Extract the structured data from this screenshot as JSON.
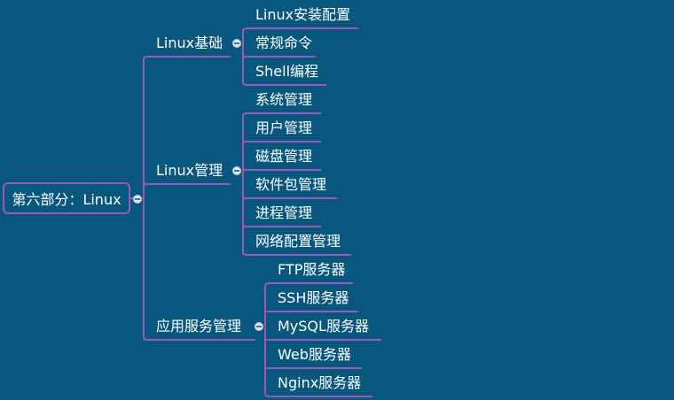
{
  "root": {
    "label": "第六部分：Linux",
    "branches": [
      {
        "label": "Linux基础",
        "children": [
          "Linux安装配置",
          "常规命令",
          "Shell编程"
        ]
      },
      {
        "label": "Linux管理",
        "children": [
          "系统管理",
          "用户管理",
          "磁盘管理",
          "软件包管理",
          "进程管理",
          "网络配置管理"
        ]
      },
      {
        "label": "应用服务管理",
        "children": [
          "FTP服务器",
          "SSH服务器",
          "MySQL服务器",
          "Web服务器",
          "Nginx服务器"
        ]
      }
    ]
  },
  "colors": {
    "background": "#08577f",
    "line": "#9b59b6",
    "text": "#ffffff"
  }
}
